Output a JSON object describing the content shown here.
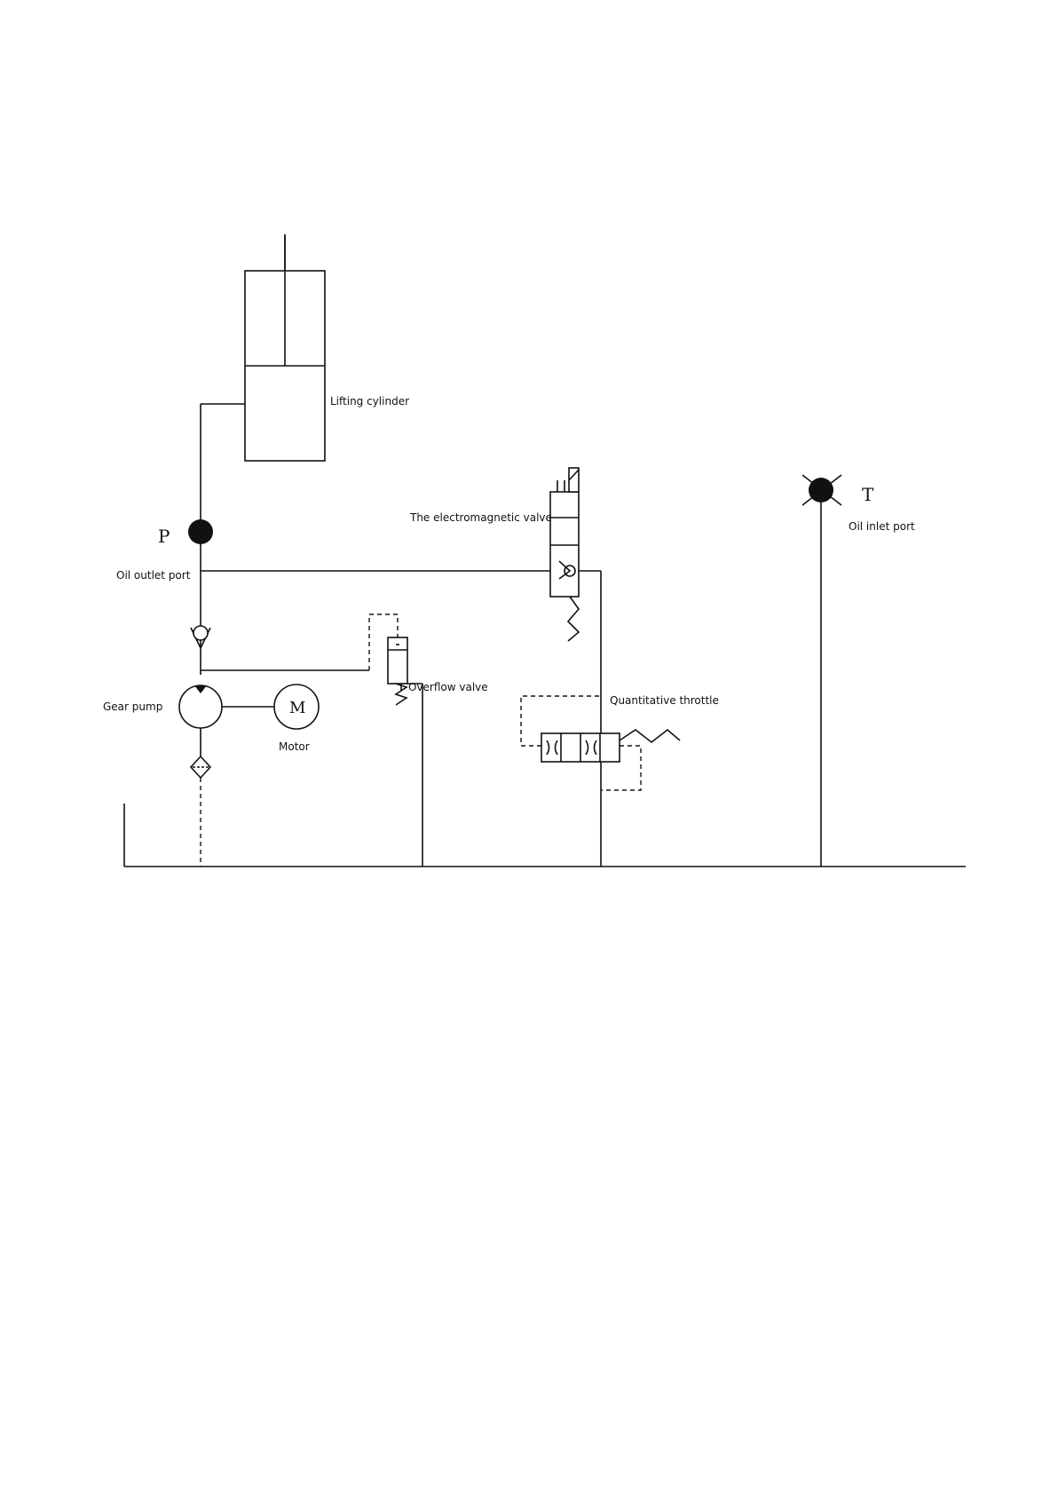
{
  "labels": {
    "lifting_cylinder": "Lifting cylinder",
    "electromagnetic_valve": "The electromagnetic valve",
    "port_p": "P",
    "oil_outlet_port": "Oil outlet port",
    "port_t": "T",
    "oil_inlet_port": "Oil inlet port",
    "overflow_valve": "Overflow valve",
    "quantitative_throttle": "Quantitative throttle",
    "gear_pump": "Gear pump",
    "motor": "Motor",
    "motor_symbol": "M"
  }
}
